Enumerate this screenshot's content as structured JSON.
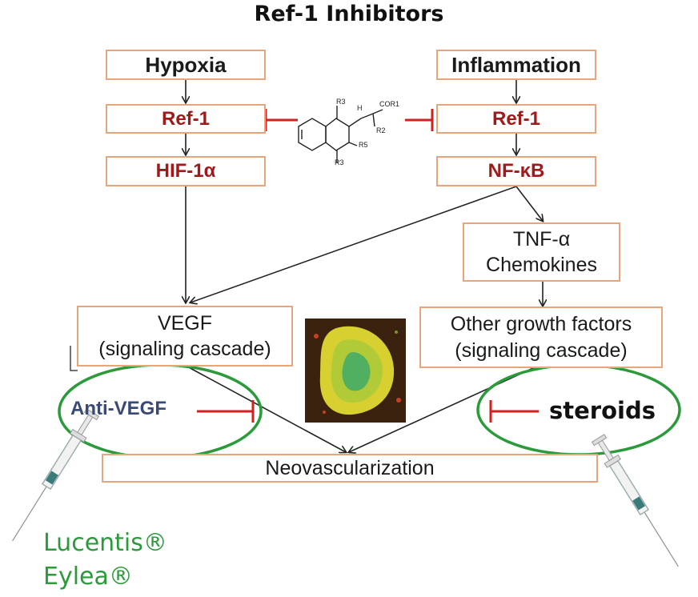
{
  "title": "Ref-1 Inhibitors",
  "nodes": {
    "hypoxia": "Hypoxia",
    "inflammation": "Inflammation",
    "ref1_left": "Ref-1",
    "ref1_right": "Ref-1",
    "hif1a": "HIF-1α",
    "nfkb": "NF-κB",
    "tnf_line1": "TNF-α",
    "tnf_line2": "Chemokines",
    "vegf_line1": "VEGF",
    "vegf_line2": "(signaling cascade)",
    "ogf_line1": "Other growth factors",
    "ogf_line2": "(signaling cascade)",
    "neovascularization": "Neovascularization"
  },
  "inhibitors": {
    "anti_vegf": "Anti-VEGF",
    "steroids": "steroids"
  },
  "drugs": [
    "Lucentis®",
    "Eylea®"
  ],
  "structure_labels": {
    "r3_top": "R3",
    "h": "H",
    "cor1": "COR1",
    "r2": "R2",
    "r5": "R5",
    "r3_bottom": "R3"
  },
  "colors": {
    "box_border": "#e8a57a",
    "inhibit": "#d02020",
    "ellipse": "#2a9a3a",
    "red_text": "#a01a1a",
    "anti_vegf_text": "#3a4a78",
    "drug_text": "#2a9a3a"
  }
}
